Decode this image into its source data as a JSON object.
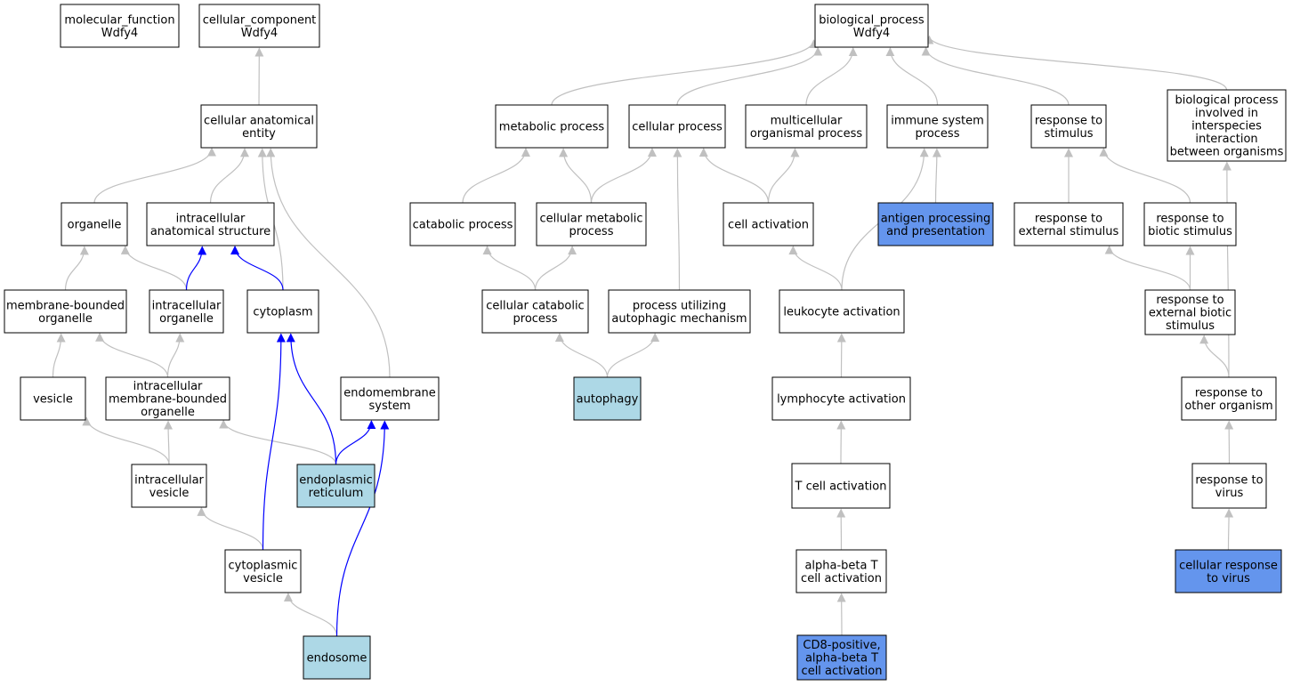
{
  "colors": {
    "node_default": "#ffffff",
    "node_highlight": "#add8e6",
    "node_strong": "#6495ed",
    "edge_default": "#c0c0c0",
    "edge_direct": "#0000ff",
    "border": "#000000"
  },
  "nodes": [
    {
      "id": "mf",
      "lines": [
        "molecular_function",
        "Wdfy4"
      ],
      "style": "default"
    },
    {
      "id": "cc",
      "lines": [
        "cellular_component",
        "Wdfy4"
      ],
      "style": "default"
    },
    {
      "id": "bp",
      "lines": [
        "biological_process",
        "Wdfy4"
      ],
      "style": "default"
    },
    {
      "id": "cae",
      "lines": [
        "cellular anatomical",
        "entity"
      ],
      "style": "default"
    },
    {
      "id": "organelle",
      "lines": [
        "organelle"
      ],
      "style": "default"
    },
    {
      "id": "ias",
      "lines": [
        "intracellular",
        "anatomical structure"
      ],
      "style": "default"
    },
    {
      "id": "mbo",
      "lines": [
        "membrane-bounded",
        "organelle"
      ],
      "style": "default"
    },
    {
      "id": "io",
      "lines": [
        "intracellular",
        "organelle"
      ],
      "style": "default"
    },
    {
      "id": "cytoplasm",
      "lines": [
        "cytoplasm"
      ],
      "style": "default"
    },
    {
      "id": "vesicle",
      "lines": [
        "vesicle"
      ],
      "style": "default"
    },
    {
      "id": "imbo",
      "lines": [
        "intracellular",
        "membrane-bounded",
        "organelle"
      ],
      "style": "default"
    },
    {
      "id": "ems",
      "lines": [
        "endomembrane",
        "system"
      ],
      "style": "default"
    },
    {
      "id": "iv",
      "lines": [
        "intracellular",
        "vesicle"
      ],
      "style": "default"
    },
    {
      "id": "er",
      "lines": [
        "endoplasmic",
        "reticulum"
      ],
      "style": "highlight"
    },
    {
      "id": "cv",
      "lines": [
        "cytoplasmic",
        "vesicle"
      ],
      "style": "default"
    },
    {
      "id": "endosome",
      "lines": [
        "endosome"
      ],
      "style": "highlight"
    },
    {
      "id": "metab",
      "lines": [
        "metabolic process"
      ],
      "style": "default"
    },
    {
      "id": "cellproc",
      "lines": [
        "cellular process"
      ],
      "style": "default"
    },
    {
      "id": "mop",
      "lines": [
        "multicellular",
        "organismal process"
      ],
      "style": "default"
    },
    {
      "id": "isp",
      "lines": [
        "immune system",
        "process"
      ],
      "style": "default"
    },
    {
      "id": "rts",
      "lines": [
        "response to",
        "stimulus"
      ],
      "style": "default"
    },
    {
      "id": "bpii",
      "lines": [
        "biological process",
        "involved in",
        "interspecies",
        "interaction",
        "between organisms"
      ],
      "style": "default"
    },
    {
      "id": "catab",
      "lines": [
        "catabolic process"
      ],
      "style": "default"
    },
    {
      "id": "cmp",
      "lines": [
        "cellular metabolic",
        "process"
      ],
      "style": "default"
    },
    {
      "id": "cellact",
      "lines": [
        "cell activation"
      ],
      "style": "default"
    },
    {
      "id": "app",
      "lines": [
        "antigen processing",
        "and presentation"
      ],
      "style": "strong"
    },
    {
      "id": "res",
      "lines": [
        "response to",
        "external stimulus"
      ],
      "style": "default"
    },
    {
      "id": "rbs",
      "lines": [
        "response to",
        "biotic stimulus"
      ],
      "style": "default"
    },
    {
      "id": "ccp",
      "lines": [
        "cellular catabolic",
        "process"
      ],
      "style": "default"
    },
    {
      "id": "pam",
      "lines": [
        "process utilizing",
        "autophagic mechanism"
      ],
      "style": "default"
    },
    {
      "id": "leuk",
      "lines": [
        "leukocyte activation"
      ],
      "style": "default"
    },
    {
      "id": "rebs",
      "lines": [
        "response to",
        "external biotic",
        "stimulus"
      ],
      "style": "default"
    },
    {
      "id": "autophagy",
      "lines": [
        "autophagy"
      ],
      "style": "highlight"
    },
    {
      "id": "lymph",
      "lines": [
        "lymphocyte activation"
      ],
      "style": "default"
    },
    {
      "id": "rto",
      "lines": [
        "response to",
        "other organism"
      ],
      "style": "default"
    },
    {
      "id": "tcell",
      "lines": [
        "T cell activation"
      ],
      "style": "default"
    },
    {
      "id": "rtv",
      "lines": [
        "response to",
        "virus"
      ],
      "style": "default"
    },
    {
      "id": "abt",
      "lines": [
        "alpha-beta T",
        "cell activation"
      ],
      "style": "default"
    },
    {
      "id": "crv",
      "lines": [
        "cellular response",
        "to virus"
      ],
      "style": "strong"
    },
    {
      "id": "cd8",
      "lines": [
        "CD8-positive,",
        "alpha-beta T",
        "cell activation"
      ],
      "style": "strong"
    }
  ],
  "edges": [
    {
      "from": "cae",
      "to": "cc",
      "kind": "default"
    },
    {
      "from": "organelle",
      "to": "cae",
      "kind": "default"
    },
    {
      "from": "ias",
      "to": "cae",
      "kind": "default"
    },
    {
      "from": "cytoplasm",
      "to": "cae",
      "kind": "default"
    },
    {
      "from": "ems",
      "to": "cae",
      "kind": "default"
    },
    {
      "from": "mbo",
      "to": "organelle",
      "kind": "default"
    },
    {
      "from": "io",
      "to": "organelle",
      "kind": "default"
    },
    {
      "from": "io",
      "to": "ias",
      "kind": "direct"
    },
    {
      "from": "cytoplasm",
      "to": "ias",
      "kind": "direct"
    },
    {
      "from": "vesicle",
      "to": "mbo",
      "kind": "default"
    },
    {
      "from": "imbo",
      "to": "mbo",
      "kind": "default"
    },
    {
      "from": "imbo",
      "to": "io",
      "kind": "default"
    },
    {
      "from": "iv",
      "to": "vesicle",
      "kind": "default"
    },
    {
      "from": "iv",
      "to": "imbo",
      "kind": "default"
    },
    {
      "from": "er",
      "to": "imbo",
      "kind": "default"
    },
    {
      "from": "er",
      "to": "cytoplasm",
      "kind": "direct"
    },
    {
      "from": "er",
      "to": "ems",
      "kind": "direct"
    },
    {
      "from": "cv",
      "to": "iv",
      "kind": "default"
    },
    {
      "from": "cv",
      "to": "cytoplasm",
      "kind": "direct"
    },
    {
      "from": "endosome",
      "to": "cv",
      "kind": "default"
    },
    {
      "from": "endosome",
      "to": "ems",
      "kind": "direct"
    },
    {
      "from": "metab",
      "to": "bp",
      "kind": "default"
    },
    {
      "from": "cellproc",
      "to": "bp",
      "kind": "default"
    },
    {
      "from": "mop",
      "to": "bp",
      "kind": "default"
    },
    {
      "from": "isp",
      "to": "bp",
      "kind": "default"
    },
    {
      "from": "rts",
      "to": "bp",
      "kind": "default"
    },
    {
      "from": "bpii",
      "to": "bp",
      "kind": "default"
    },
    {
      "from": "catab",
      "to": "metab",
      "kind": "default"
    },
    {
      "from": "cmp",
      "to": "metab",
      "kind": "default"
    },
    {
      "from": "cmp",
      "to": "cellproc",
      "kind": "default"
    },
    {
      "from": "pam",
      "to": "cellproc",
      "kind": "default"
    },
    {
      "from": "cellact",
      "to": "cellproc",
      "kind": "default"
    },
    {
      "from": "cellact",
      "to": "mop",
      "kind": "default"
    },
    {
      "from": "app",
      "to": "isp",
      "kind": "default"
    },
    {
      "from": "leuk",
      "to": "isp",
      "kind": "default"
    },
    {
      "from": "res",
      "to": "rts",
      "kind": "default"
    },
    {
      "from": "rbs",
      "to": "rts",
      "kind": "default"
    },
    {
      "from": "ccp",
      "to": "catab",
      "kind": "default"
    },
    {
      "from": "ccp",
      "to": "cmp",
      "kind": "default"
    },
    {
      "from": "autophagy",
      "to": "ccp",
      "kind": "default"
    },
    {
      "from": "autophagy",
      "to": "pam",
      "kind": "default"
    },
    {
      "from": "leuk",
      "to": "cellact",
      "kind": "default"
    },
    {
      "from": "lymph",
      "to": "leuk",
      "kind": "default"
    },
    {
      "from": "tcell",
      "to": "lymph",
      "kind": "default"
    },
    {
      "from": "abt",
      "to": "tcell",
      "kind": "default"
    },
    {
      "from": "cd8",
      "to": "abt",
      "kind": "default"
    },
    {
      "from": "rebs",
      "to": "res",
      "kind": "default"
    },
    {
      "from": "rebs",
      "to": "rbs",
      "kind": "default"
    },
    {
      "from": "rto",
      "to": "rebs",
      "kind": "default"
    },
    {
      "from": "rto",
      "to": "bpii",
      "kind": "default"
    },
    {
      "from": "rtv",
      "to": "rto",
      "kind": "default"
    },
    {
      "from": "crv",
      "to": "rtv",
      "kind": "default"
    }
  ]
}
